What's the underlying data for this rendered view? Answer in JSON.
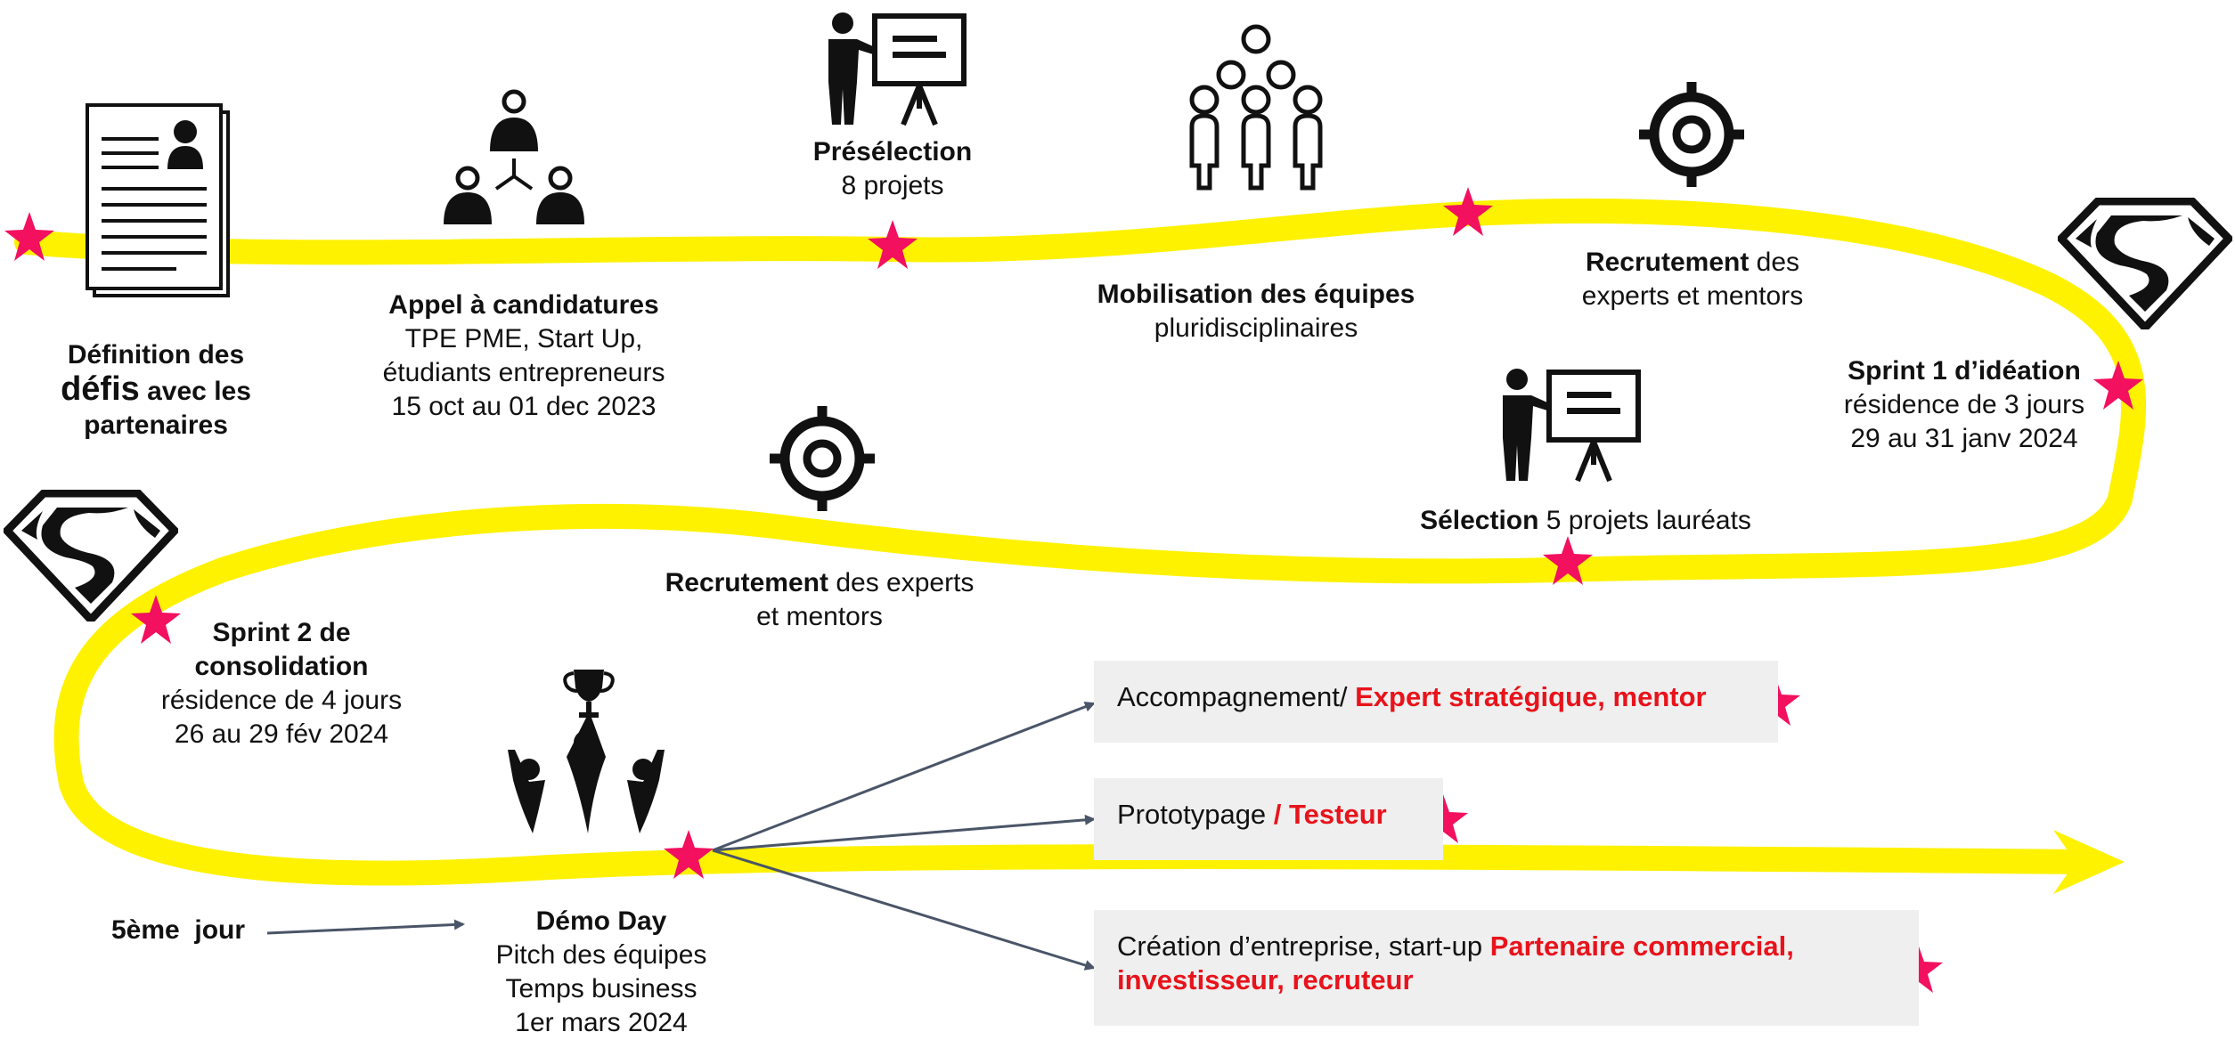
{
  "colors": {
    "road": "#fef200",
    "star": "#f2105f",
    "arrow": "#4a5568",
    "accent_text": "#e8131b",
    "box_bg": "#efefef"
  },
  "steps": {
    "definition": {
      "line1": "Définition des",
      "bold_word": "défis",
      "line2_rest": " avec les",
      "line3": "partenaires"
    },
    "appel": {
      "title": "Appel à candidatures",
      "l1": "TPE PME, Start Up,",
      "l2": "étudiants entrepreneurs",
      "l3": "15 oct au 01 dec 2023"
    },
    "preselection": {
      "title": "Présélection",
      "l1": "8 projets"
    },
    "mobilisation": {
      "title": "Mobilisation des équipes",
      "l1": "pluridisciplinaires"
    },
    "recrutement1": {
      "bold": "Recrutement",
      "rest": " des",
      "l2": "experts et mentors"
    },
    "sprint1": {
      "title": "Sprint 1 d’idéation",
      "l1": "résidence de 3 jours",
      "l2": "29 au 31 janv 2024"
    },
    "selection": {
      "bold": "Sélection",
      "rest": " 5 projets lauréats"
    },
    "recrutement2": {
      "bold": "Recrutement",
      "rest": " des experts",
      "l2": "et mentors"
    },
    "sprint2": {
      "t1": "Sprint 2 de",
      "t2": "consolidation",
      "l1": "résidence de 4 jours",
      "l2": "26 au 29 fév 2024"
    },
    "jour5": {
      "label": "5ème  jour"
    },
    "demo": {
      "title": "Démo Day",
      "l1": "Pitch des équipes",
      "l2": "Temps business",
      "l3": "1er mars 2024"
    }
  },
  "outcomes": [
    {
      "plain": "Accompagnement/ ",
      "highlight": "Expert stratégique, mentor"
    },
    {
      "plain": "Prototypage ",
      "highlight": "/ Testeur"
    },
    {
      "plain": "Création d’entreprise, start-up ",
      "highlight": "Partenaire commercial,",
      "highlight2": "investisseur, recruteur"
    }
  ],
  "icons": [
    "document-icon",
    "network-icon",
    "presenter-icon",
    "team-icon",
    "target-icon",
    "superman-icon",
    "trophy-team-icon"
  ]
}
